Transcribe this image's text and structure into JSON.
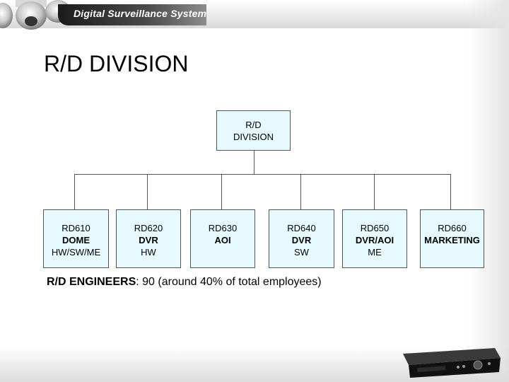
{
  "header": {
    "banner": "Digital Surveillance System"
  },
  "slide": {
    "title": "R/D DIVISION"
  },
  "org_chart": {
    "root": [
      "R/D",
      "DIVISION"
    ],
    "units": [
      {
        "code": "RD610",
        "focus": "DOME",
        "scope": "HW/SW/ME"
      },
      {
        "code": "RD620",
        "focus": "DVR",
        "scope": "HW"
      },
      {
        "code": "RD630",
        "focus": "AOI",
        "scope": ""
      },
      {
        "code": "RD640",
        "focus": "DVR",
        "scope": "SW"
      },
      {
        "code": "RD650",
        "focus": "DVR/AOI",
        "scope": "ME"
      },
      {
        "code": "RD660",
        "focus": "MARKETING",
        "scope": ""
      }
    ]
  },
  "note": {
    "label": "R/D ENGINEERS",
    "text": ": 90 (around 40% of total employees)"
  },
  "colors": {
    "box_fill": "#e6faff",
    "connector": "#555555"
  }
}
